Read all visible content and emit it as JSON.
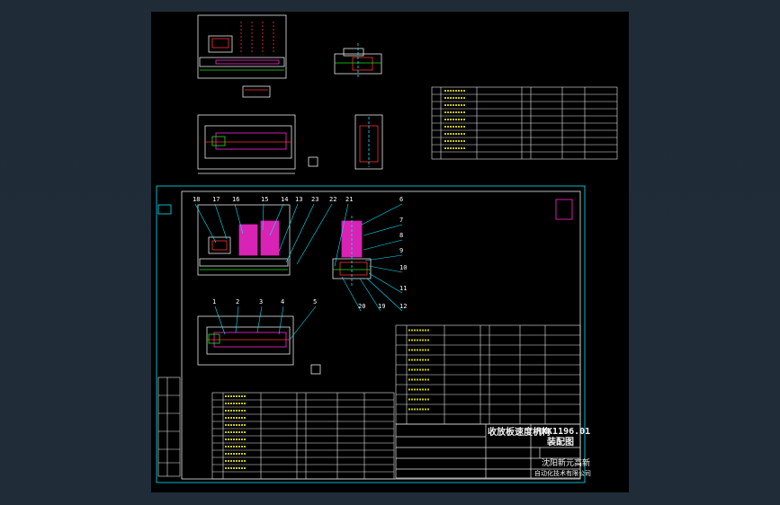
{
  "title_block": {
    "part_name": "收放板速度机构",
    "drawing_number": "MKK1196.01",
    "drawing_type": "装配图",
    "company_line1": "沈阳新元高新",
    "company_line2": "自动化技术有限公司"
  },
  "callouts_top": [
    "18",
    "17",
    "16",
    "15",
    "14",
    "13",
    "23",
    "22",
    "21"
  ],
  "callouts_right": [
    "6",
    "7",
    "8",
    "9",
    "10",
    "11",
    "12"
  ],
  "callouts_mid": [
    "20",
    "19"
  ],
  "callouts_bottom": [
    "1",
    "2",
    "3",
    "4",
    "5"
  ],
  "colors": {
    "line": "#e8e8e8",
    "border": "#00e5ff",
    "accent": "#ff2ad4",
    "red": "#ff3030",
    "green": "#20e020",
    "yellow": "#e8e800",
    "table_text": "#ffff40",
    "background": "#000000",
    "workspace": "#1f2c38"
  }
}
